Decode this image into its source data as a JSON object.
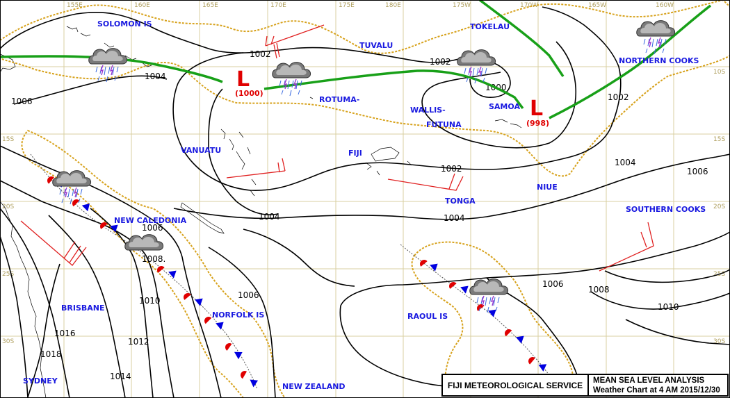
{
  "map": {
    "longitude_labels": [
      "155E",
      "160E",
      "165E",
      "170E",
      "175E",
      "180E",
      "175W",
      "170W",
      "165W",
      "160W"
    ],
    "latitude_labels": [
      "15S",
      "20S",
      "25S",
      "30S"
    ],
    "latitude_labels_right": [
      "10S",
      "15S",
      "20S",
      "25S",
      "30S"
    ],
    "places": {
      "solomon": "SOLOMON IS",
      "tuvalu": "TUVALU",
      "tokelau": "TOKELAU",
      "northern_cooks": "NORTHERN COOKS",
      "rotuma": "ROTUMA-",
      "wallis": "WALLIS-",
      "futuna": "FUTUNA",
      "samoa": "SAMOA",
      "vanuatu": "VANUATU",
      "fiji": "FIJI",
      "niue": "NIUE",
      "tonga": "TONGA",
      "new_caledonia": "NEW CALEDONIA",
      "southern_cooks": "SOUTHERN COOKS",
      "brisbane": "BRISBANE",
      "norfolk": "NORFOLK IS",
      "raoul": "RAOUL IS",
      "sydney": "SYDNEY",
      "new_zealand": "NEW ZEALAND"
    },
    "isobar_labels": {
      "a1006": "1006",
      "a1004": "1004",
      "a1002": "1002",
      "b1002": "1002",
      "a1000": "1000",
      "c1002": "1002",
      "d1002": "1002",
      "b1004": "1004",
      "c1004": "1004",
      "d1004": "1004",
      "b1006": "1006",
      "c1006": "1006",
      "d1006": "1006",
      "e1006": "1006",
      "a1008": "1008.",
      "b1008": "1008",
      "a1010": "1010",
      "b1010": "1010",
      "a1012": "1012",
      "a1014": "1014",
      "a1016": "1016",
      "a1018": "1018"
    },
    "lows": [
      {
        "letter": "L",
        "pressure": "(1000)"
      },
      {
        "letter": "L",
        "pressure": "(998)"
      }
    ],
    "colors": {
      "low": "#e00000",
      "place_labels": "#1a1ae0",
      "cloud_band": "#d7a21c",
      "convergence_zone": "#18a018",
      "wind_barbs": "#e02020",
      "warm_front_symbol": "#e00000",
      "cold_front_symbol": "#0000e0"
    },
    "icons": [
      "rain-cloud-icon",
      "thunderstorm-cloud-icon"
    ]
  },
  "footer": {
    "service": "FIJI METEOROLOGICAL SERVICE",
    "analysis": "MEAN SEA LEVEL ANALYSIS",
    "chart_time": "Weather Chart at  4 AM 2015/12/30"
  }
}
